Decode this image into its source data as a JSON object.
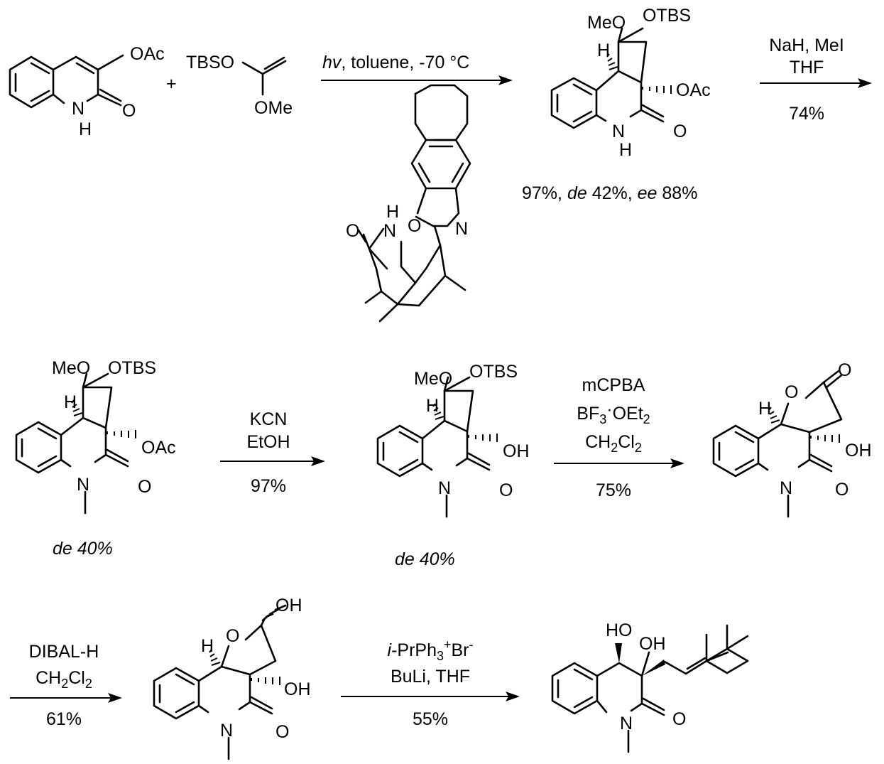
{
  "colors": {
    "ink": "#000000",
    "background": "#ffffff"
  },
  "start": {
    "quinolinone": {
      "oac": "OAc",
      "n": "N",
      "h": "H",
      "o": "O"
    },
    "plus": "+",
    "enol_ether": {
      "tbso": "TBSO",
      "ome": "OMe"
    }
  },
  "step1": {
    "label_hv": "hv",
    "label_rest": ", toluene, -70 °C",
    "catalyst": {
      "h": "H",
      "n_amide": "N",
      "o_amide": "O",
      "o_ox": "O",
      "n_ox": "N"
    }
  },
  "product1": {
    "meo": "MeO",
    "otbs": "OTBS",
    "h": "H",
    "oac": "OAc",
    "n": "N",
    "nh": "H",
    "o": "O",
    "yield": {
      "y1": "97%, ",
      "de_it": "de",
      "y2": " 42%, ",
      "ee_it": "ee",
      "y3": " 88%"
    }
  },
  "step2": {
    "line1": "NaH, MeI",
    "line2": "THF",
    "yield": "74%"
  },
  "product2": {
    "meo": "MeO",
    "otbs": "OTBS",
    "h": "H",
    "oac": "OAc",
    "n": "N",
    "o": "O",
    "de_label": "de 40%"
  },
  "step3": {
    "line1": "KCN",
    "line2": "EtOH",
    "yield": "97%"
  },
  "product3": {
    "meo": "MeO",
    "otbs": "OTBS",
    "h": "H",
    "oh": "OH",
    "n": "N",
    "o": "O",
    "de_label": "de 40%"
  },
  "step4": {
    "line1": "mCPBA",
    "line2_a": "BF",
    "line2_sub1": "3",
    "line2_dot": "·",
    "line2_b": "OEt",
    "line2_sub2": "2",
    "line3_a": "CH",
    "line3_sub1": "2",
    "line3_b": "Cl",
    "line3_sub2": "2",
    "yield": "75%"
  },
  "product4": {
    "h": "H",
    "o_ring": "O",
    "o_keto": "O",
    "oh": "OH",
    "n": "N",
    "o": "O"
  },
  "step5": {
    "line1": "DIBAL-H",
    "line2_a": "CH",
    "line2_sub1": "2",
    "line2_b": "Cl",
    "line2_sub2": "2",
    "yield": "61%"
  },
  "product5": {
    "oh_top": "OH",
    "h": "H",
    "o_ring": "O",
    "oh": "OH",
    "n": "N",
    "o": "O"
  },
  "step6": {
    "line1_it": "i",
    "line1_a": "-PrPh",
    "line1_sub": "3",
    "line1_sup1": "+",
    "line1_b": "Br",
    "line1_sup2": "-",
    "line2": "BuLi, THF",
    "yield": "55%"
  },
  "product6": {
    "ho": "HO",
    "oh": "OH",
    "n": "N",
    "o": "O"
  }
}
